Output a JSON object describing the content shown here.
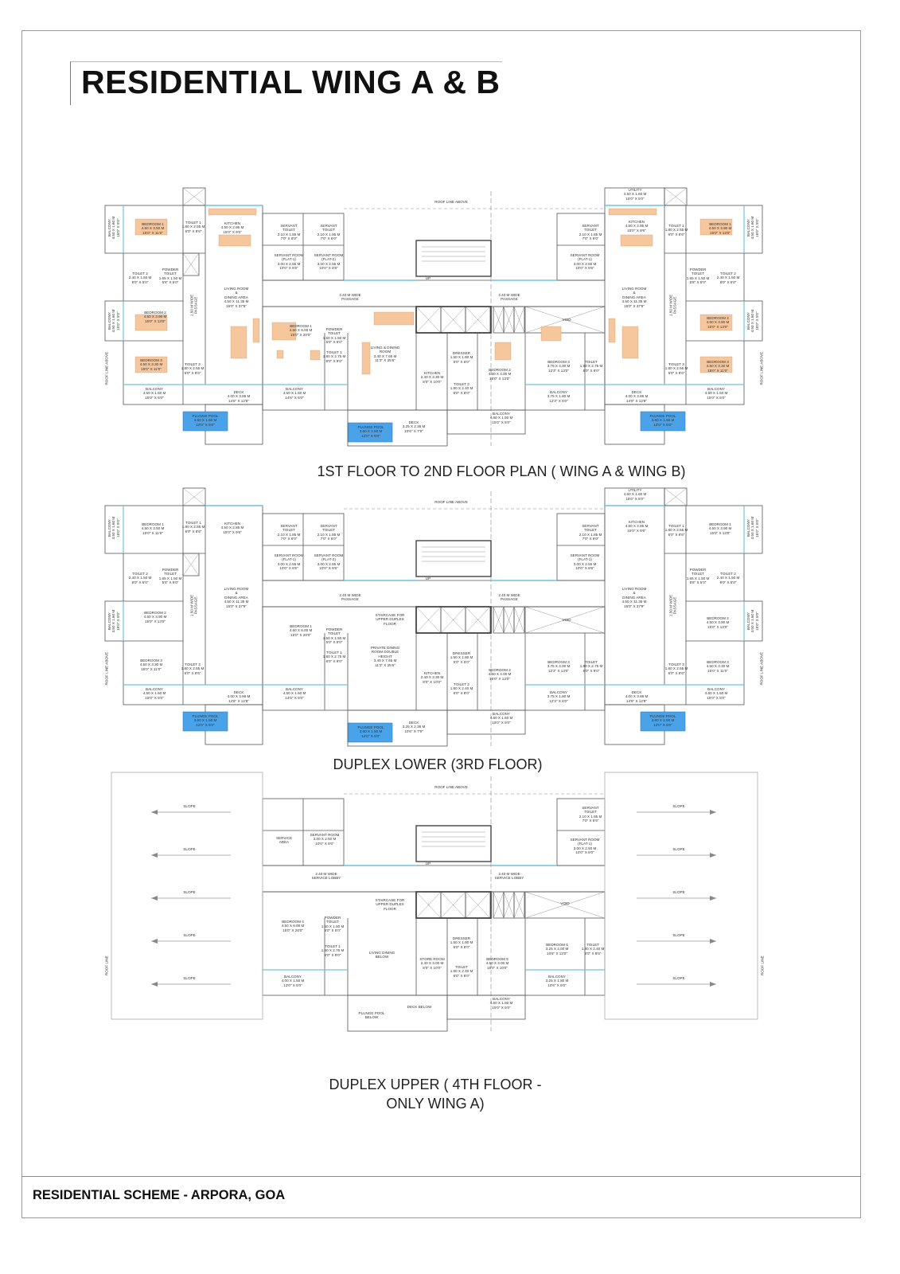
{
  "title": "RESIDENTIAL WING A & B",
  "footer": "RESIDENTIAL SCHEME - ARPORA, GOA",
  "colors": {
    "wall": "#555555",
    "window": "#6fc3df",
    "furniture": "#f6c69c",
    "pool": "#4aa3e8",
    "lift": "#444444"
  },
  "plans": [
    {
      "caption": "1ST FLOOR TO 2ND FLOOR PLAN  ( WING A & WING B)",
      "labels": [
        "ROOF LINE ABOVE",
        "BEDROOM 1\n4.50 X 3.50 M\n15'0\" X 11'6\"",
        "TOILET 1\n1.80 X 2.55 M\n6'0\" X 8'6\"",
        "KITCHEN\n4.50 X 2.85 M\n15'0\" X 9'6\"",
        "SERVANT\nTOILET\n2.10 X 1.85 M\n7'0\" X 6'0\"",
        "SERVANT\nTOILET\n2.10 X 1.85 M\n7'0\" X 6'0\"",
        "SERVANT ROOM\n(FLAT-1)\n3.00 X 2.55 M\n10'0\" X 8'6\"",
        "SERVANT ROOM\n(FLAT-2)\n3.00 X 2.55 M\n10'0\" X 8'6\"",
        "TOILET 2\n2.40 X 1.50 M\n8'0\" X 5'0\"",
        "POWDER\nTOILET\n1.65 X 1.50 M\n5'6\" X 5'0\"",
        "LIVING ROOM\n&\nDINING AREA\n4.50 X 11.35 M\n15'0\" X 37'9\"",
        "2.40 M WIDE\nPASSAGE",
        "UP",
        "BEDROOM 2\n4.50 X 3.90 M\n15'0\" X 13'0\"",
        "BEDROOM 1\n4.50 X 6.00 M\n15'0\" X 20'0\"",
        "POWDER\nTOILET\n1.50 X 1.50 M\n5'0\" X 5'0\"",
        "TOILET 1\n1.80 X 2.75 M\n6'0\" X 9'0\"",
        "LIVING & DINING\nROOM\n3.40 X 7.65 M\n11'3\" X 25'6\"",
        "BEDROOM 3\n4.50 X 3.30 M\n15'0\" X 11'0\"",
        "TOILET 3\n1.80 X 2.55 M\n6'0\" X 8'6\"",
        "BALCONY\n4.50 X 1.50 M\n15'0\" X 5'0\"",
        "DECK\n4.00 X 3.86 M\n14'6\" X 12'8\"",
        "BALCONY\n4.50 X 1.50 M\n14'6\" X 5'0\"",
        "KITCHEN\n2.40 X 3.30 M\n8'0\" X 10'0\"",
        "DRESSER\n1.50 X 1.80 M\n5'0\" X 6'0\"",
        "TOILET 2\n1.80 X 2.40 M\n6'0\" X 8'0\"",
        "BEDROOM 2\n4.50 X 4.00 M\n15'0\" X 13'0\"",
        "VOID",
        "2.40 M WIDE\nPASSAGE",
        "BEDROOM 3\n3.75 X 4.00 M\n12'3\" X 13'0\"",
        "TOILET\n1.80 X 2.75 M\n6'0\" X 9'0\"",
        "BALCONY\n3.75 X 1.80 M\n12'3\" X 6'0\"",
        "BALCONY\n4.60 X 1.50 M\n15'0\" X 5'0\"",
        "DECK\n4.00 X 3.86 M\n14'6\" X 12'8\"",
        "UTILITY\n4.50 X 1.60 M\n15'0\" X 5'0\"",
        "KITCHEN\n4.50 X 2.85 M\n15'0\" X 9'6\"",
        "SERVANT\nTOILET\n2.10 X 1.85 M\n7'0\" X 6'0\"",
        "SERVANT ROOM\n(FLAT-1)\n3.00 X 2.55 M\n10'0\" X 8'6\"",
        "TOILET 1\n1.80 X 2.55 M\n6'0\" X 8'6\"",
        "BEDROOM 1\n4.50 X 3.90 M\n15'0\" X 13'0\"",
        "POWDER\nTOILET\n1.65 X 1.50 M\n5'6\" X 5'0\"",
        "TOILET 2\n2.40 X 1.50 M\n8'0\" X 5'0\"",
        "LIVING ROOM\n&\nDINING AREA\n4.50 X 11.35 M\n15'0\" X 37'9\"",
        "BEDROOM 2\n4.50 X 3.90 M\n15'0\" X 13'0\"",
        "BEDROOM 3\n4.50 X 3.30 M\n15'0\" X 11'0\"",
        "TOILET 3\n1.80 X 2.55 M\n6'0\" X 8'6\"",
        "BALCONY\n4.60 X 1.50 M\n15'0\" X 5'0\"",
        "DECK\n3.25 X 2.36 M\n10'6\" X 7'9\"",
        "PLUNGE POOL\n3.60 X 1.50 M\n12'0\" X 5'0\"",
        "PLUNGE POOL\n3.60 X 1.50 M\n12'0\" X 5'0\"",
        "PLUNGE POOL\n3.60 X 1.50 M\n12'0\" X 5'0\"",
        "ROOF LINE ABOVE",
        "ROOF LINE ABOVE",
        "1.50 M WIDE\nPASSAGE",
        "1.50 M WIDE\nPASSAGE",
        "BALCONY\n4.50 X 1.60 M\n15'0\" X 5'0\"",
        "BALCONY\n4.50 X 1.60 M\n15'0\" X 5'0\"",
        "BALCONY\n4.50 X 1.60 M\n15'0\" X 5'0\"",
        "BALCONY\n4.50 X 1.60 M\n15'0\" X 5'0\""
      ]
    },
    {
      "caption": "DUPLEX LOWER (3RD FLOOR)",
      "labels": [
        "ROOF LINE ABOVE",
        "BEDROOM 1\n4.50 X 3.50 M\n15'0\" X 11'6\"",
        "TOILET 1\n1.80 X 2.55 M\n6'0\" X 8'6\"",
        "KITCHEN\n4.50 X 2.85 M\n15'0\" X 9'6\"",
        "SERVANT\nTOILET\n2.10 X 1.85 M\n7'0\" X 6'0\"",
        "SERVANT\nTOILET\n2.10 X 1.85 M\n7'0\" X 6'0\"",
        "SERVANT ROOM\n(FLAT-1)\n3.00 X 2.55 M\n10'0\" X 8'6\"",
        "SERVANT ROOM\n(FLAT-2)\n3.00 X 2.55 M\n10'0\" X 8'6\"",
        "TOILET 2\n2.40 X 1.50 M\n8'0\" X 5'0\"",
        "POWDER\nTOILET\n1.65 X 1.50 M\n5'6\" X 5'0\"",
        "LIVING ROOM\n&\nDINING AREA\n4.50 X 11.35 M\n15'0\" X 37'9\"",
        "2.40 M WIDE\nPASSAGE",
        "UP",
        "BEDROOM 2\n4.50 X 3.90 M\n15'0\" X 13'0\"",
        "BEDROOM 1\n4.50 X 6.00 M\n15'0\" X 20'0\"",
        "POWDER\nTOILET\n1.50 X 1.50 M\n5'0\" X 5'0\"",
        "TOILET 1\n1.80 X 2.75 M\n6'0\" X 9'0\"",
        "PRIVATE DINING\nROOM DOUBLE\nHEIGHT\n3.40 X 7.65 M\n11'3\" X 25'6\"",
        "BEDROOM 3\n4.50 X 3.30 M\n15'0\" X 11'0\"",
        "TOILET 3\n1.80 X 2.55 M\n6'0\" X 8'6\"",
        "BALCONY\n4.50 X 1.50 M\n15'0\" X 5'0\"",
        "DECK\n4.00 X 3.86 M\n14'6\" X 12'8\"",
        "BALCONY\n4.50 X 1.50 M\n14'6\" X 5'0\"",
        "KITCHEN\n2.40 X 3.30 M\n8'0\" X 10'0\"",
        "DRESSER\n1.50 X 1.80 M\n5'0\" X 6'0\"",
        "TOILET 2\n1.80 X 2.40 M\n6'0\" X 8'0\"",
        "BEDROOM 2\n4.50 X 4.00 M\n15'0\" X 13'0\"",
        "VOID",
        "2.40 M WIDE\nPASSAGE",
        "BEDROOM 3\n3.75 X 4.00 M\n12'3\" X 13'0\"",
        "TOILET\n1.80 X 2.75 M\n6'0\" X 9'0\"",
        "BALCONY\n3.75 X 1.80 M\n12'3\" X 6'0\"",
        "BALCONY\n4.60 X 1.50 M\n15'0\" X 5'0\"",
        "DECK\n4.00 X 3.86 M\n14'6\" X 12'8\"",
        "UTILITY\n4.50 X 1.60 M\n15'0\" X 5'0\"",
        "KITCHEN\n4.50 X 2.85 M\n15'0\" X 9'6\"",
        "SERVANT\nTOILET\n2.10 X 1.85 M\n7'0\" X 6'0\"",
        "SERVANT ROOM\n(FLAT-1)\n3.00 X 2.55 M\n10'0\" X 8'6\"",
        "TOILET 1\n1.80 X 2.55 M\n6'0\" X 8'6\"",
        "BEDROOM 1\n4.50 X 3.90 M\n15'0\" X 13'0\"",
        "POWDER\nTOILET\n1.65 X 1.50 M\n5'6\" X 5'0\"",
        "TOILET 2\n2.40 X 1.50 M\n8'0\" X 5'0\"",
        "LIVING ROOM\n&\nDINING AREA\n4.50 X 11.35 M\n15'0\" X 37'9\"",
        "BEDROOM 2\n4.50 X 3.90 M\n15'0\" X 13'0\"",
        "BEDROOM 3\n4.50 X 3.30 M\n15'0\" X 11'0\"",
        "TOILET 3\n1.80 X 2.55 M\n6'0\" X 8'6\"",
        "BALCONY\n4.60 X 1.50 M\n15'0\" X 5'0\"",
        "DECK\n3.25 X 2.36 M\n10'6\" X 7'9\"",
        "PLUNGE POOL\n3.60 X 1.50 M\n12'0\" X 5'0\"",
        "PLUNGE POOL\n3.60 X 1.50 M\n12'0\" X 5'0\"",
        "PLUNGE POOL\n3.60 X 1.50 M\n12'0\" X 5'0\"",
        "ROOF LINE ABOVE",
        "ROOF LINE ABOVE",
        "1.50 M WIDE\nPASSAGE",
        "1.50 M WIDE\nPASSAGE",
        "BALCONY\n4.50 X 1.60 M\n15'0\" X 5'0\"",
        "BALCONY\n4.50 X 1.60 M\n15'0\" X 5'0\"",
        "BALCONY\n4.50 X 1.60 M\n15'0\" X 5'0\"",
        "BALCONY\n4.50 X 1.60 M\n15'0\" X 5'0\"",
        "STAIRCASE FOR\nUPPER DUPLEX\nFLOOR"
      ]
    },
    {
      "caption": "DUPLEX UPPER ( 4TH FLOOR -\nONLY WING A)",
      "labels": [
        "ROOF LINE ABOVE",
        "SLOPE",
        "SLOPE",
        "SLOPE",
        "SLOPE",
        "SLOPE",
        "SLOPE",
        "SLOPE",
        "SLOPE",
        "SLOPE",
        "SLOPE",
        "SERVICE\nAREA",
        "SERVANT ROOM\n3.00 X 2.50 M\n10'0\" X 8'0\"",
        "SERVANT\nTOILET\n2.10 X 1.65 M\n7'0\" X 5'6\"",
        "SERVANT ROOM\n(FLAT-1)\n3.00 X 2.50 M\n10'0\" X 8'0\"",
        "UP",
        "2.40 M WIDE\nSERVICE LOBBY",
        "2.40 M WIDE\nSERVICE LOBBY",
        "STAIRCASE FOR\nUPPER DUPLEX\nFLOOR",
        "VOID",
        "BEDROOM 4\n4.50 X 6.00 M\n15'0\" X 20'0\"",
        "POWDER\nTOILET\n1.50 X 1.50 M\n5'0\" X 5'0\"",
        "TOILET 1\n1.80 X 2.75 M\n6'0\" X 9'0\"",
        "LIVING DINING\nBELOW",
        "STORE ROOM\n2.40 X 3.00 M\n8'0\" X 10'0\"",
        "DRESSER\n1.50 X 1.80 M\n5'0\" X 6'0\"",
        "TOILET\n1.80 X 2.40 M\n6'0\" X 8'0\"",
        "BEDROOM 5\n4.50 X 3.00 M\n15'0\" X 10'0\"",
        "BEDROOM 6\n3.25 X 4.00 M\n10'6\" X 13'0\"",
        "TOILET\n1.80 X 2.40 M\n6'0\" X 8'0\"",
        "BALCONY\n4.00 X 1.50 M\n13'0\" X 5'0\"",
        "BALCONY\n3.25 X 1.80 M\n10'6\" X 6'0\"",
        "BALCONY\n4.60 X 1.50 M\n15'0\" X 5'0\"",
        "DECK BELOW",
        "PLUNGE POOL\nBELOW",
        "ROOF LINE",
        "ROOF LINE"
      ]
    }
  ]
}
